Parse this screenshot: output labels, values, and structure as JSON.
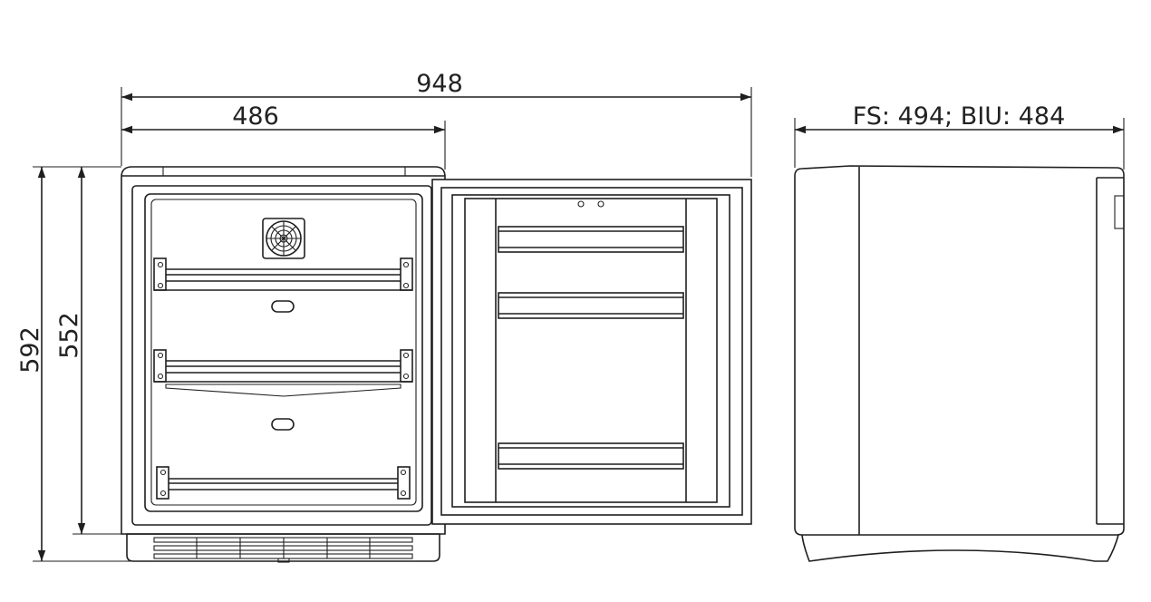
{
  "dimensions": {
    "total_width": "948",
    "cabinet_width": "486",
    "depth": "FS: 494; BIU: 484",
    "total_height": "592",
    "cabinet_height": "552"
  },
  "colors": {
    "line": "#1f1f1f",
    "background": "#ffffff"
  }
}
